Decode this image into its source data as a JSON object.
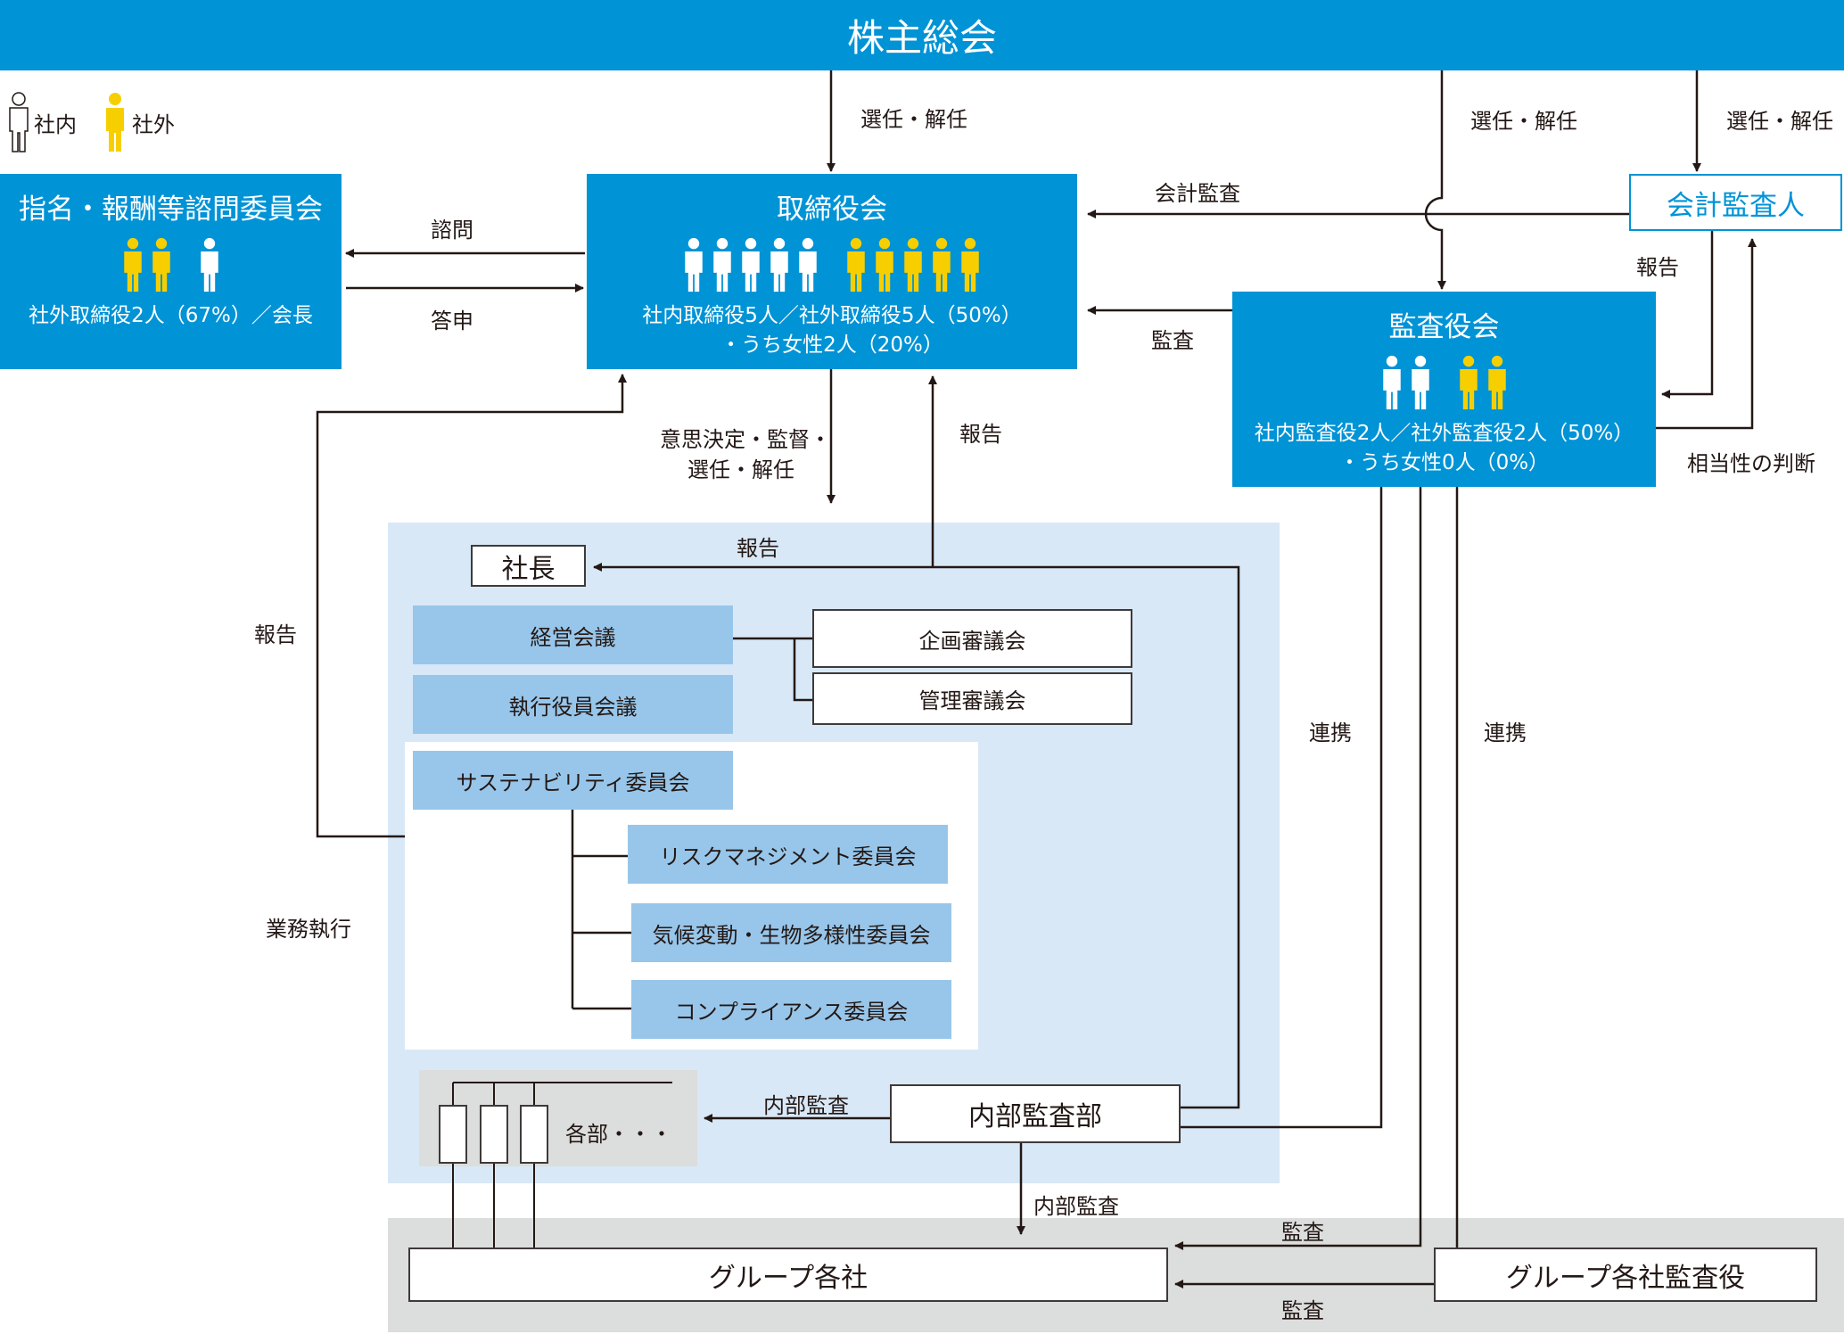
{
  "title": "株主総会",
  "legend": [
    {
      "icon": "person-inside-icon",
      "label": "社内",
      "color": "#ffffff"
    },
    {
      "icon": "person-outside-icon",
      "label": "社外",
      "color": "#f7cf00"
    }
  ],
  "colors": {
    "primary_blue": "#0093d6",
    "inside": "#ffffff",
    "outside": "#f7cf00",
    "light_area": "#d8e8f7",
    "committee": "#98c6ea",
    "grey_band": "#dcdddd"
  },
  "nomination_committee": {
    "title": "指名・報酬等諮問委員会",
    "members": [
      "outside",
      "outside",
      "inside"
    ],
    "summary": "社外取締役2人（67%）／会長"
  },
  "board": {
    "title": "取締役会",
    "members": [
      "inside",
      "inside",
      "inside",
      "inside",
      "inside",
      "outside",
      "outside",
      "outside",
      "outside",
      "outside"
    ],
    "summary_line1": "社内取締役5人／社外取締役5人（50%）",
    "summary_line2": "・うち女性2人（20%）"
  },
  "auditor_board": {
    "title": "監査役会",
    "members": [
      "inside",
      "inside",
      "outside",
      "outside"
    ],
    "summary_line1": "社内監査役2人／社外監査役2人（50%）",
    "summary_line2": "・うち女性0人（0%）"
  },
  "accounting_auditor": {
    "title": "会計監査人"
  },
  "president": {
    "title": "社長"
  },
  "management_meetings": [
    "経営会議",
    "執行役員会議"
  ],
  "councils": [
    "企画審議会",
    "管理審議会"
  ],
  "sustainability": {
    "title": "サステナビリティ委員会",
    "subcommittees": [
      "リスクマネジメント委員会",
      "気候変動・生物多様性委員会",
      "コンプライアンス委員会"
    ]
  },
  "departments": {
    "label": "各部・・・"
  },
  "internal_audit": {
    "title": "内部監査部"
  },
  "group_companies": {
    "title": "グループ各社"
  },
  "group_auditors": {
    "title": "グループ各社監査役"
  },
  "edge_labels": {
    "elect_board": "選任・解任",
    "elect_auditors": "選任・解任",
    "elect_accounting": "選任・解任",
    "consult": "諮問",
    "answer": "答申",
    "accounting_audit": "会計監査",
    "audit_board": "監査",
    "report_accounting": "報告",
    "appropriateness": "相当性の判断",
    "decision_line1": "意思決定・監督・",
    "decision_line2": "選任・解任",
    "report_board": "報告",
    "report_president": "報告",
    "report_left": "報告",
    "business_execution": "業務執行",
    "cooperate_1": "連携",
    "cooperate_2": "連携",
    "internal_audit_depts": "内部監査",
    "internal_audit_group": "内部監査",
    "audit_group_1": "監査",
    "audit_group_2": "監査"
  }
}
